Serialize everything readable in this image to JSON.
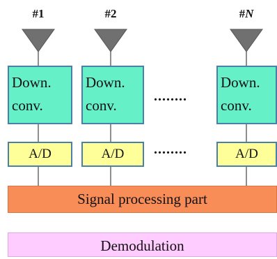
{
  "antennas": [
    {
      "label": "#1"
    },
    {
      "label": "#2"
    },
    {
      "label_prefix": "#",
      "label_var": "N"
    }
  ],
  "down_conv_label": "Down.\nconv.",
  "ad_label": "A/D",
  "ellipsis": "........",
  "signal_processing_label": "Signal processing part",
  "demodulation_label": "Demodulation",
  "colors": {
    "down_conv_fill": "#66f0c8",
    "box_border": "#4a7fa8",
    "ad_fill": "#ffff99",
    "signal_processing_fill": "#f98d58",
    "demodulation_fill": "#ffccff",
    "antenna_fill": "#707070"
  }
}
